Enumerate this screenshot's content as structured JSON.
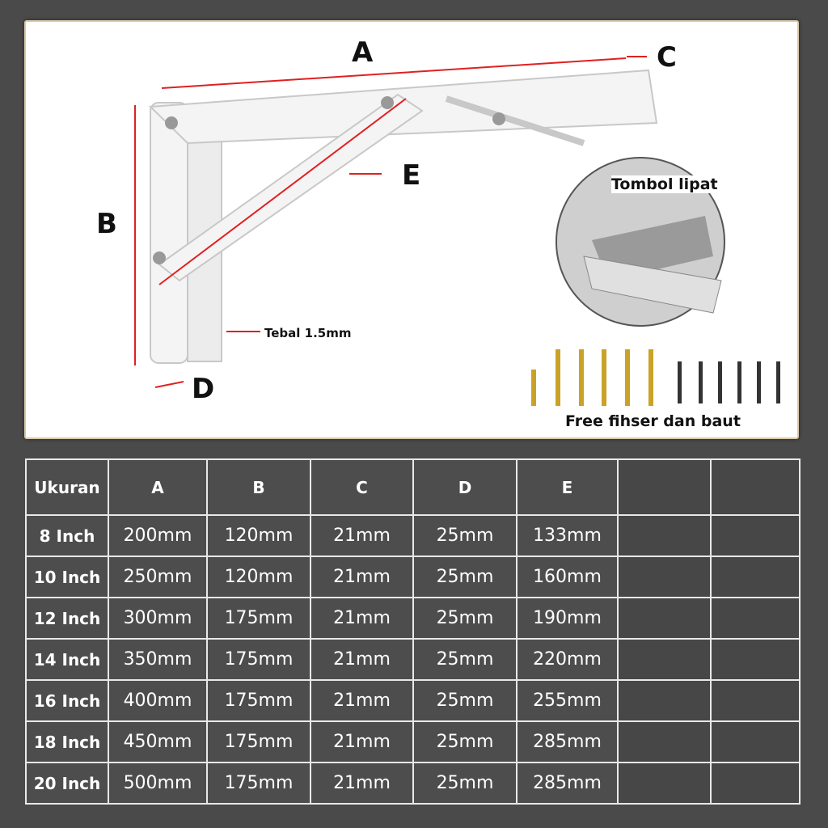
{
  "diagram": {
    "labels": {
      "a": "A",
      "b": "B",
      "c": "C",
      "d": "D",
      "e": "E"
    },
    "thickness": "Tebal 1.5mm",
    "inset_title": "Tombol lipat",
    "accessories_caption": "Free fihser dan baut"
  },
  "table": {
    "headers": [
      "Ukuran",
      "A",
      "B",
      "C",
      "D",
      "E",
      "",
      ""
    ],
    "rows": [
      [
        "8 Inch",
        "200mm",
        "120mm",
        "21mm",
        "25mm",
        "133mm"
      ],
      [
        "10 Inch",
        "250mm",
        "120mm",
        "21mm",
        "25mm",
        "160mm"
      ],
      [
        "12 Inch",
        "300mm",
        "175mm",
        "21mm",
        "25mm",
        "190mm"
      ],
      [
        "14 Inch",
        "350mm",
        "175mm",
        "21mm",
        "25mm",
        "220mm"
      ],
      [
        "16 Inch",
        "400mm",
        "175mm",
        "21mm",
        "25mm",
        "255mm"
      ],
      [
        "18 Inch",
        "450mm",
        "175mm",
        "21mm",
        "25mm",
        "285mm"
      ],
      [
        "20 Inch",
        "500mm",
        "175mm",
        "21mm",
        "25mm",
        "285mm"
      ]
    ]
  },
  "colors": {
    "dimension_line": "#e02020",
    "background": "#4a4a4a"
  }
}
